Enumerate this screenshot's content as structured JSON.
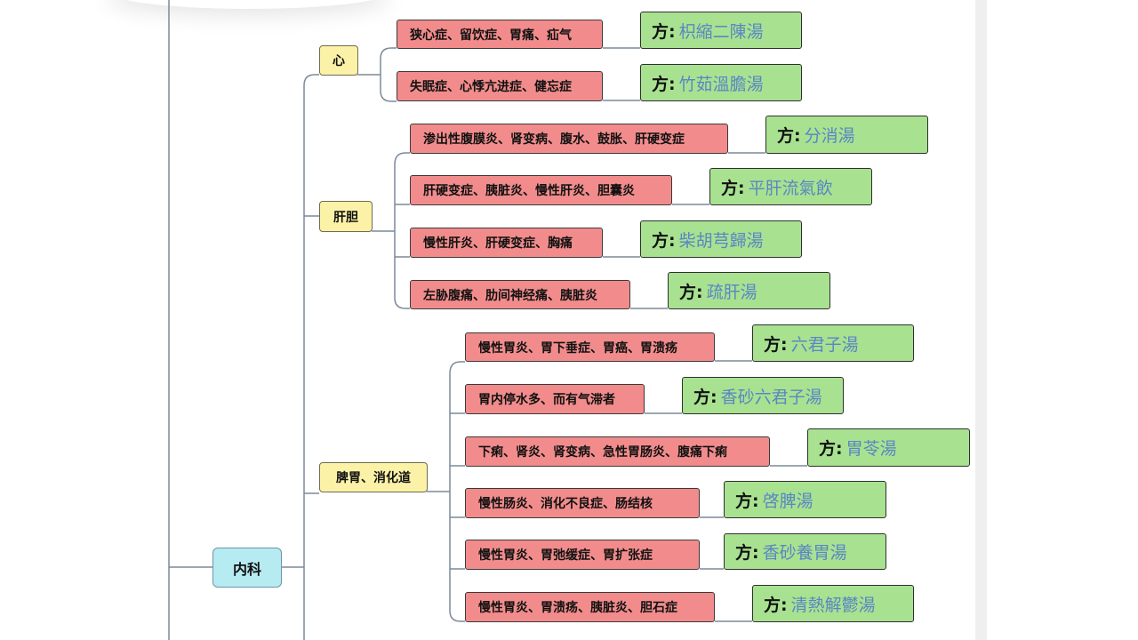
{
  "root": {
    "label": "内科"
  },
  "rx_prefix": "方:",
  "categories": [
    {
      "label": "心",
      "items": [
        {
          "symptoms": "狭心症、留饮症、胃痛、疝气",
          "formula": "枳縮二陳湯"
        },
        {
          "symptoms": "失眠症、心悸亢进症、健忘症",
          "formula": "竹茹溫膽湯"
        }
      ]
    },
    {
      "label": "肝胆",
      "items": [
        {
          "symptoms": "渗出性腹膜炎、肾变病、腹水、鼓胀、肝硬变症",
          "formula": "分消湯"
        },
        {
          "symptoms": "肝硬变症、胰脏炎、慢性肝炎、胆囊炎",
          "formula": "平肝流氣飲"
        },
        {
          "symptoms": "慢性肝炎、肝硬变症、胸痛",
          "formula": "柴胡芎歸湯"
        },
        {
          "symptoms": "左胁腹痛、肋间神经痛、胰脏炎",
          "formula": "疏肝湯"
        }
      ]
    },
    {
      "label": "脾胃、消化道",
      "items": [
        {
          "symptoms": "慢性胃炎、胃下垂症、胃癌、胃溃疡",
          "formula": "六君子湯"
        },
        {
          "symptoms": "胃内停水多、而有气滞者",
          "formula": "香砂六君子湯"
        },
        {
          "symptoms": "下痢、肾炎、肾变病、急性胃肠炎、腹痛下痢",
          "formula": "胃苓湯"
        },
        {
          "symptoms": "慢性肠炎、消化不良症、肠结核",
          "formula": "啓脾湯"
        },
        {
          "symptoms": "慢性胃炎、胃弛缓症、胃扩张症",
          "formula": "香砂養胃湯"
        },
        {
          "symptoms": "慢性胃炎、胃溃疡、胰脏炎、胆石症",
          "formula": "清熱解鬱湯"
        }
      ]
    }
  ],
  "colors": {
    "root_fill": "#b7ebf2",
    "category_fill": "#fbf2a8",
    "symptom_fill": "#f28c8c",
    "formula_fill": "#a8e290",
    "formula_text": "#5a86c4",
    "connector": "#7b8a99"
  }
}
